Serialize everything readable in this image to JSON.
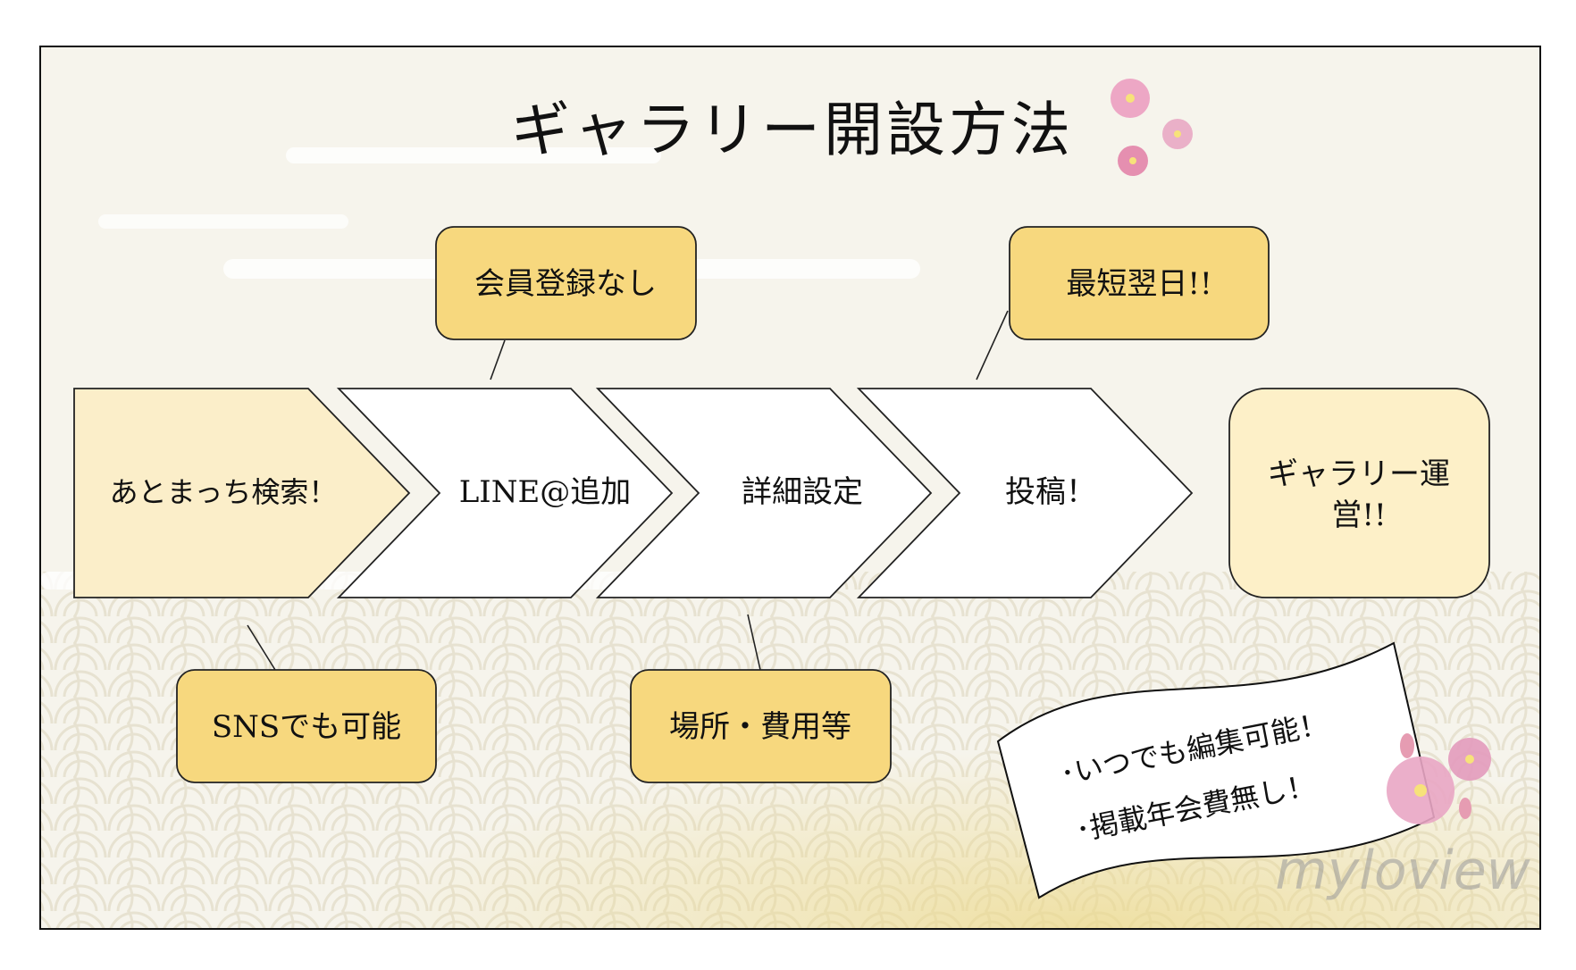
{
  "title": "ギャラリー開設方法",
  "steps": [
    {
      "label": "あとまっち検索！",
      "fill": "#fbeec9"
    },
    {
      "label": "LINE@追加",
      "fill": "#ffffff"
    },
    {
      "label": "詳細設定",
      "fill": "#ffffff"
    },
    {
      "label": "投稿！",
      "fill": "#ffffff"
    }
  ],
  "final": {
    "line1": "ギャラリー運",
    "line2": "営!!"
  },
  "callouts": {
    "top_left": "会員登録なし",
    "top_right": "最短翌日!!",
    "bottom_left": "SNSでも可能",
    "bottom_mid": "場所・費用等"
  },
  "banner": {
    "line1": "･いつでも編集可能！",
    "line2": "･掲載年会費無し！"
  },
  "watermark": "myloview",
  "colors": {
    "callout": "#f7d87e",
    "final": "#fdf0c8",
    "background": "#f6f4ec"
  }
}
